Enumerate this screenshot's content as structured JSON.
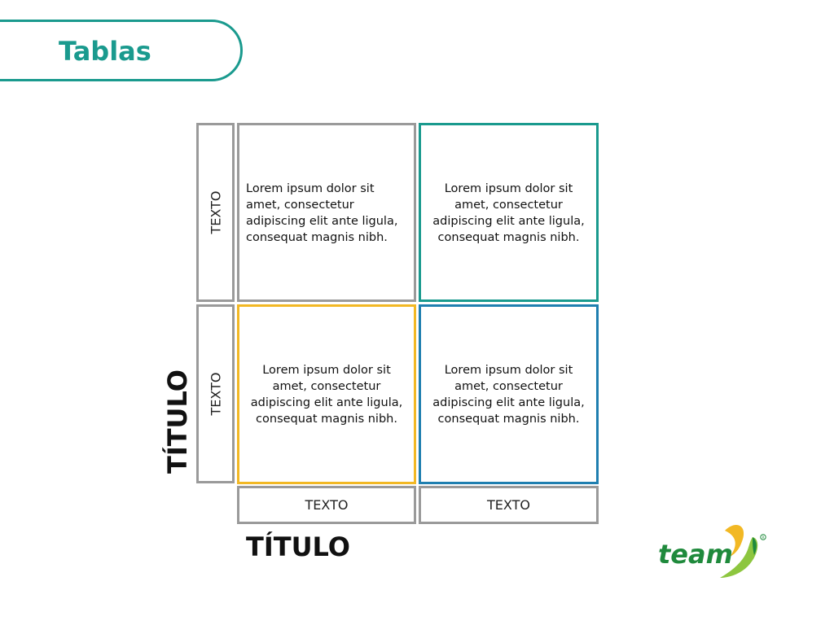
{
  "slide": {
    "title": "Tablas",
    "vertical_axis_title": "TÍTULO",
    "horizontal_axis_title": "TÍTULO",
    "row_labels": [
      "TEXTO",
      "TEXTO"
    ],
    "column_labels": [
      "TEXTO",
      "TEXTO"
    ],
    "cells": [
      "Lorem ipsum dolor sit amet, consectetur adipiscing elit ante ligula, consequat magnis nibh.",
      "Lorem ipsum dolor sit amet, consectetur adipiscing elit ante ligula, consequat magnis nibh.",
      "Lorem ipsum dolor sit amet, consectetur adipiscing elit ante ligula, consequat magnis nibh.",
      "Lorem ipsum dolor sit amet, consectetur adipiscing elit ante ligula, consequat magnis nibh."
    ]
  },
  "logo": {
    "text": "team",
    "icon": "team-logo-icon"
  },
  "colors": {
    "accent_teal": "#1a9a8e",
    "accent_yellow": "#f2b824",
    "accent_blue": "#1f7fb0",
    "neutral_border": "#9a9a9a",
    "logo_green": "#1f8a3c",
    "logo_lime": "#8dc63f"
  }
}
